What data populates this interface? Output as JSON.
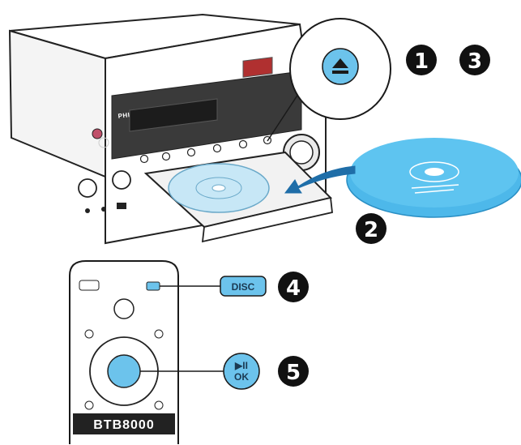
{
  "unit": {
    "brand": "PHILIPS"
  },
  "callouts": {
    "eject_icon": "eject-icon",
    "disc_button_label": "DISC",
    "play_pause_symbol": "▶II",
    "play_pause_ok": "OK"
  },
  "steps": [
    "1",
    "2",
    "3",
    "4",
    "5"
  ],
  "remote": {
    "model": "BTB8000"
  },
  "colors": {
    "accent": "#6cc3ec",
    "disc": "#4db8ea",
    "outline": "#1a1a1a"
  }
}
